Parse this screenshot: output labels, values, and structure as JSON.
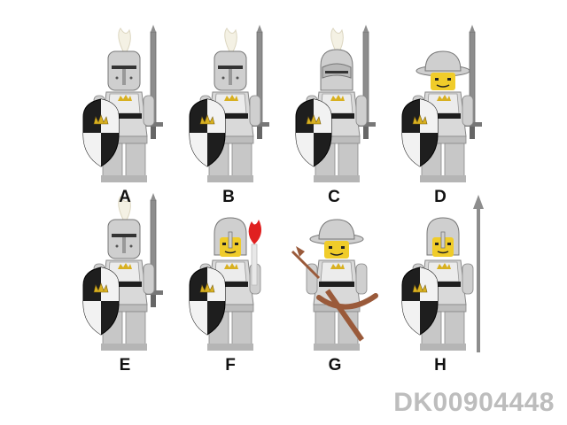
{
  "figures": [
    {
      "label": "A",
      "helmet": "great-helm",
      "weapon": "sword",
      "plume": true
    },
    {
      "label": "B",
      "helmet": "great-helm",
      "weapon": "sword",
      "plume": true
    },
    {
      "label": "C",
      "helmet": "visor-helm",
      "weapon": "sword",
      "plume": true
    },
    {
      "label": "D",
      "helmet": "kettle-hat",
      "weapon": "sword",
      "plume": false
    },
    {
      "label": "E",
      "helmet": "great-helm",
      "weapon": "sword",
      "plume": true
    },
    {
      "label": "F",
      "helmet": "nasal-helm",
      "weapon": "torch",
      "plume": false
    },
    {
      "label": "G",
      "helmet": "kettle-hat",
      "weapon": "crossbow",
      "plume": false
    },
    {
      "label": "H",
      "helmet": "nasal-helm",
      "weapon": "spear",
      "plume": false
    }
  ],
  "product_code": "DK00904448",
  "colors": {
    "armor": "#cfcfcf",
    "dark": "#1e1e1e",
    "crown": "#d8b020",
    "plume": "#f4f1e4",
    "weapon": "#8d8d8d",
    "torch_flame": "#e02020",
    "crossbow": "#9a5a3a",
    "skin": "#f0cc2a"
  }
}
